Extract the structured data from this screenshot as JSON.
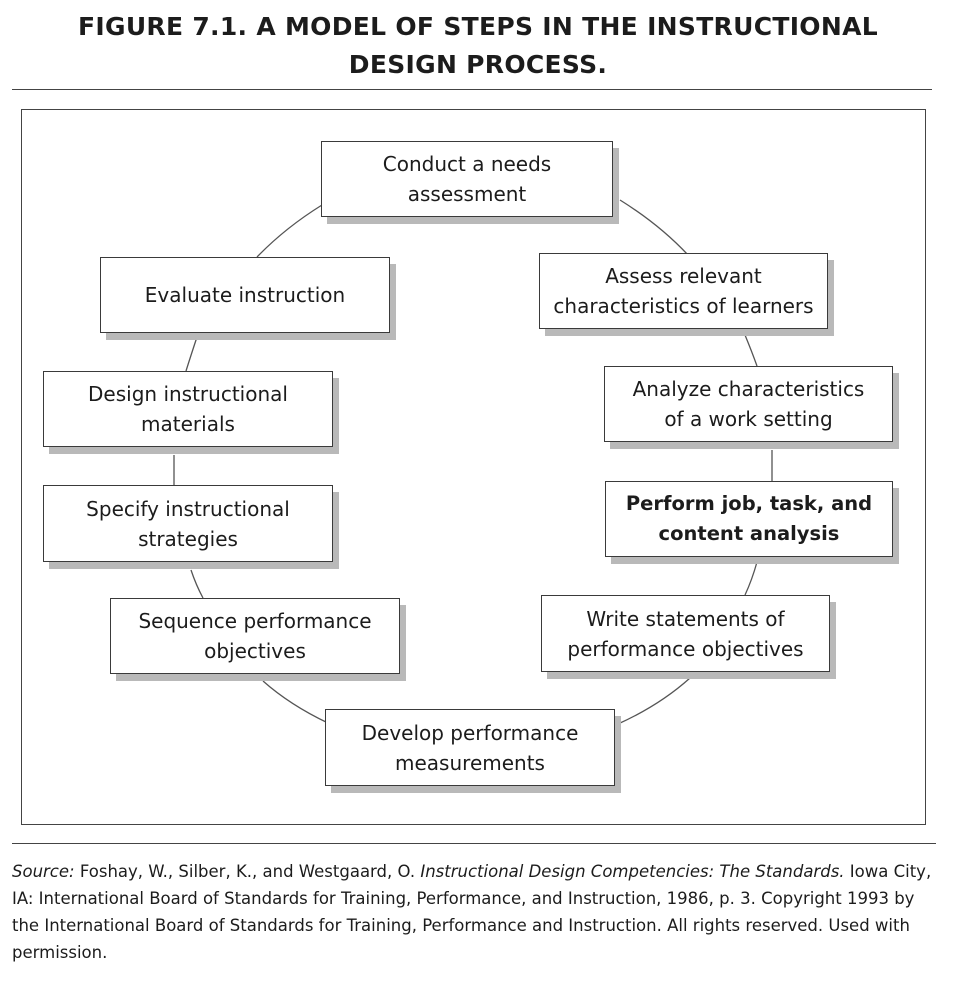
{
  "figure": {
    "title_line1": "FIGURE 7.1.  A MODEL OF STEPS IN THE INSTRUCTIONAL",
    "title_line2": "DESIGN PROCESS."
  },
  "steps": [
    {
      "line1": "Conduct a needs",
      "line2": "assessment"
    },
    {
      "line1": "Assess relevant",
      "line2": "characteristics of learners"
    },
    {
      "line1": "Analyze characteristics",
      "line2": "of a work setting"
    },
    {
      "line1": "Perform job, task, and",
      "line2": "content analysis"
    },
    {
      "line1": "Write statements of",
      "line2": "performance objectives"
    },
    {
      "line1": "Develop performance",
      "line2": "measurements"
    },
    {
      "line1": "Sequence performance",
      "line2": "objectives"
    },
    {
      "line1": "Specify instructional",
      "line2": "strategies"
    },
    {
      "line1": "Design instructional",
      "line2": "materials"
    },
    {
      "line1": "Evaluate instruction",
      "line2": ""
    }
  ],
  "source": {
    "label": "Source:",
    "authors": "Foshay, W., Silber, K., and Westgaard, O.",
    "book": "Instructional Design Competencies: The Standards.",
    "rest": "Iowa City, IA: International Board of Standards for Training, Performance, and Instruction, 1986, p. 3. Copyright 1993 by the International Board of Standards for Training, Performance and Instruction. All rights reserved. Used with permission."
  }
}
